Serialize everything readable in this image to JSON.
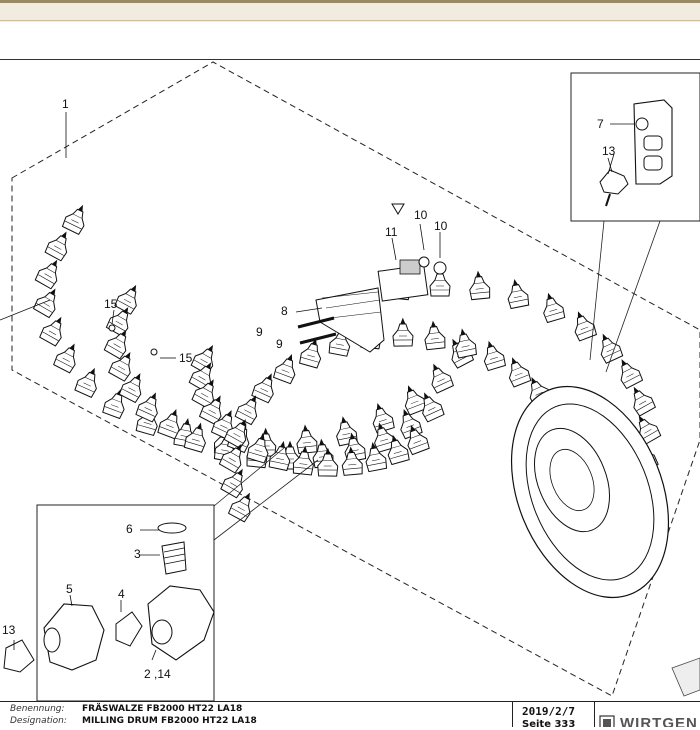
{
  "callouts": {
    "c1": "1",
    "c2_14": "2 ,14",
    "c3": "3",
    "c4": "4",
    "c5": "5",
    "c6": "6",
    "c7": "7",
    "c8": "8",
    "c9a": "9",
    "c9b": "9",
    "c10a": "10",
    "c10b": "10",
    "c11": "11",
    "c13a": "13",
    "c13b": "13",
    "c15a": "15",
    "c15b": "15"
  },
  "footer": {
    "name_label": "Benennung:",
    "name_value": "FRÄSWALZE FB2000 HT22 LA18",
    "designation_label": "Designation:",
    "designation_value": "MILLING DRUM FB2000 HT22 LA18",
    "date": "2019/2/7",
    "page": "Seite 333"
  },
  "logo": {
    "text": "WIRTGEN"
  }
}
